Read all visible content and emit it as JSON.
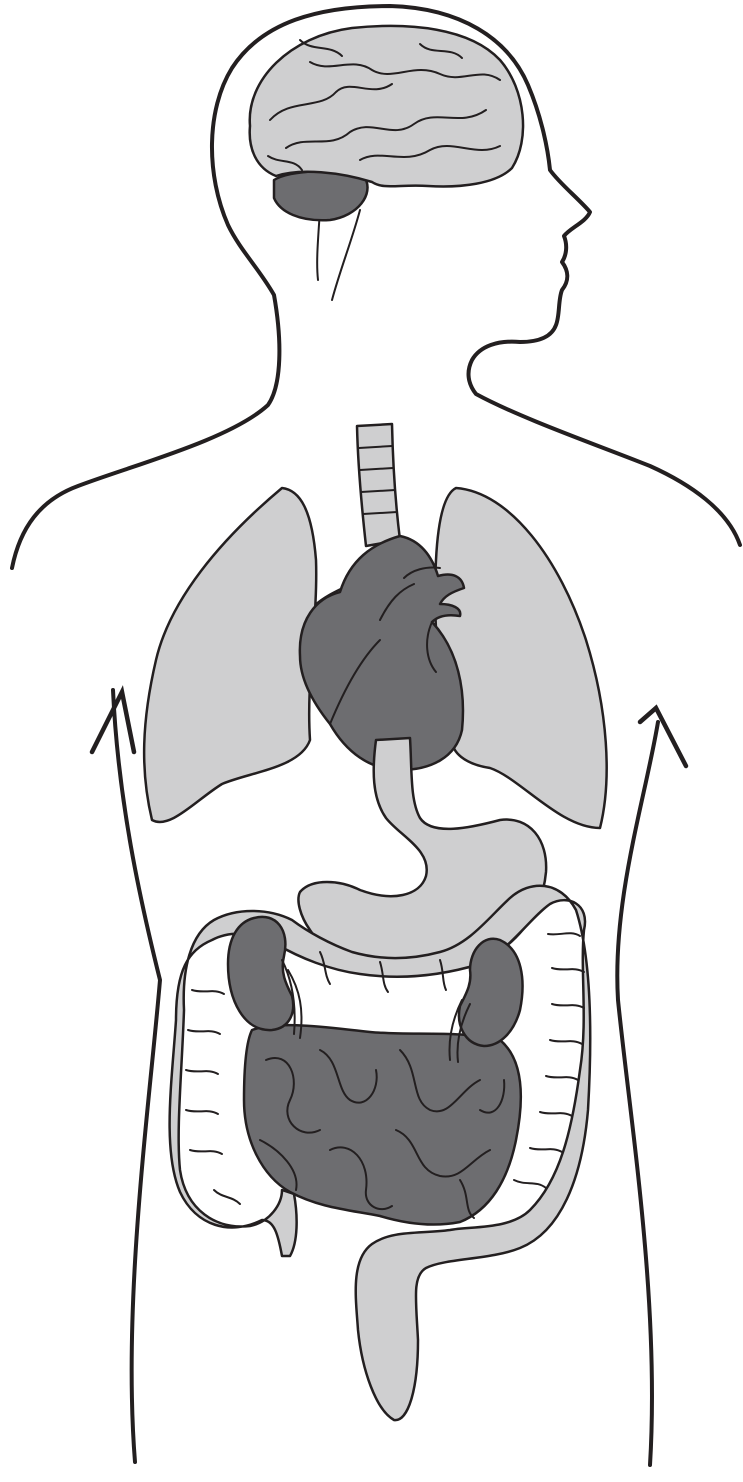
{
  "diagram": {
    "colors": {
      "background": "#ffffff",
      "outline": "#231f20",
      "light_organ": "#cfcfd0",
      "dark_organ": "#6d6d70"
    },
    "parts": {
      "brain": "light",
      "cerebellum": "dark",
      "trachea": "light",
      "left_lung": "light",
      "right_lung": "light",
      "heart": "dark",
      "stomach": "light",
      "kidneys": "dark",
      "large_intestine": "light",
      "small_intestine": "dark"
    },
    "arrows": [
      "up",
      "up"
    ]
  }
}
